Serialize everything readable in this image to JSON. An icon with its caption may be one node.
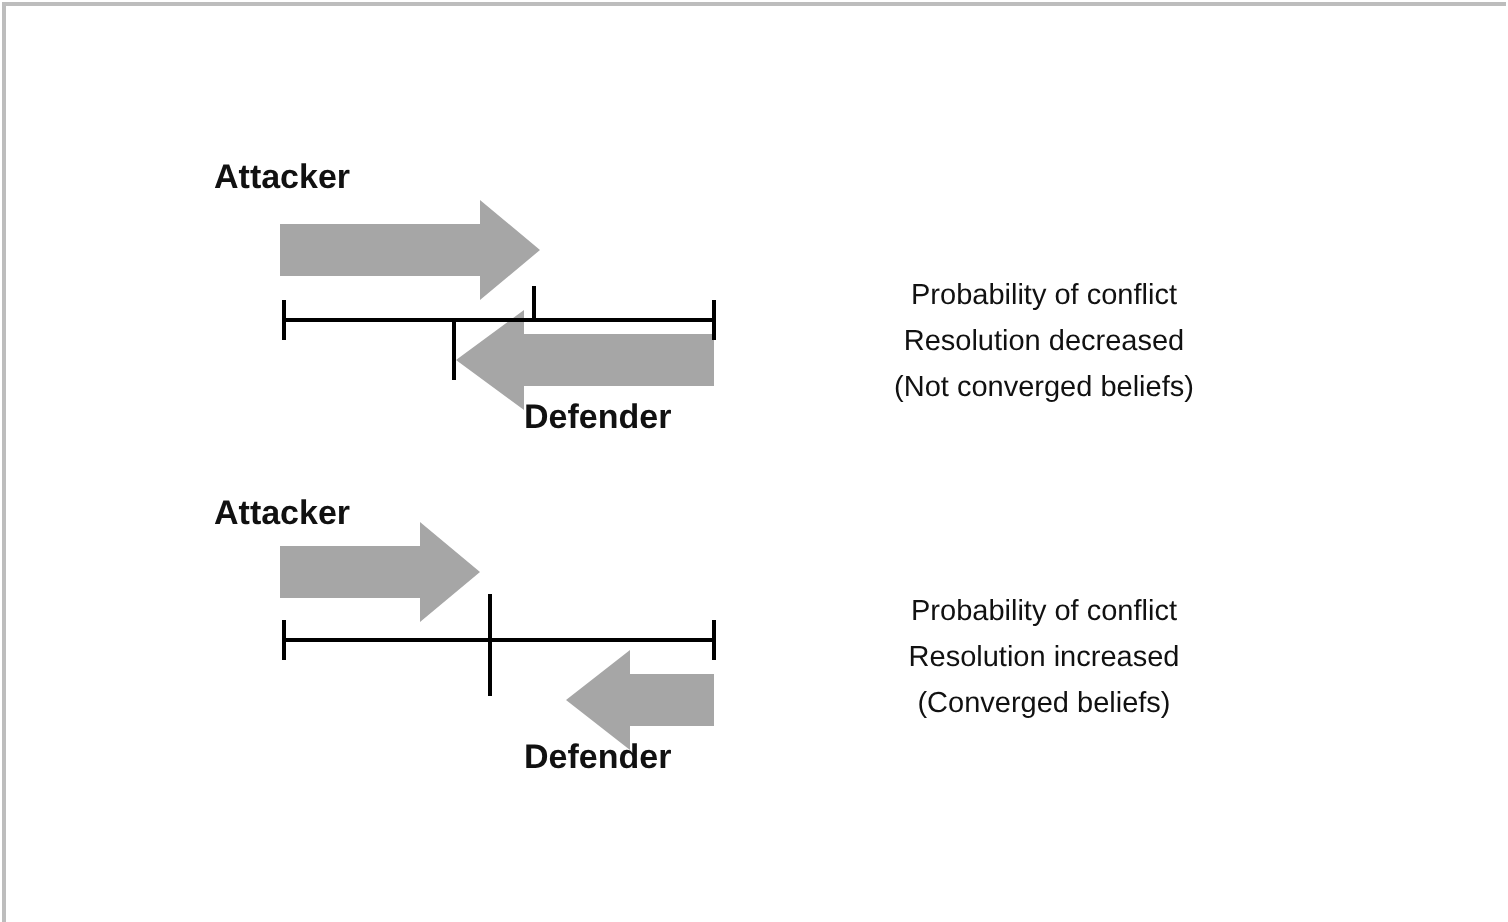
{
  "diagram": {
    "labels": [
      "Attacker",
      "Probability of conflict Resolution decreased (Not converged beliefs)",
      "Defender",
      "Attacker",
      "Probability of conflict Resolution increased (Converged beliefs)",
      "Defender"
    ]
  }
}
